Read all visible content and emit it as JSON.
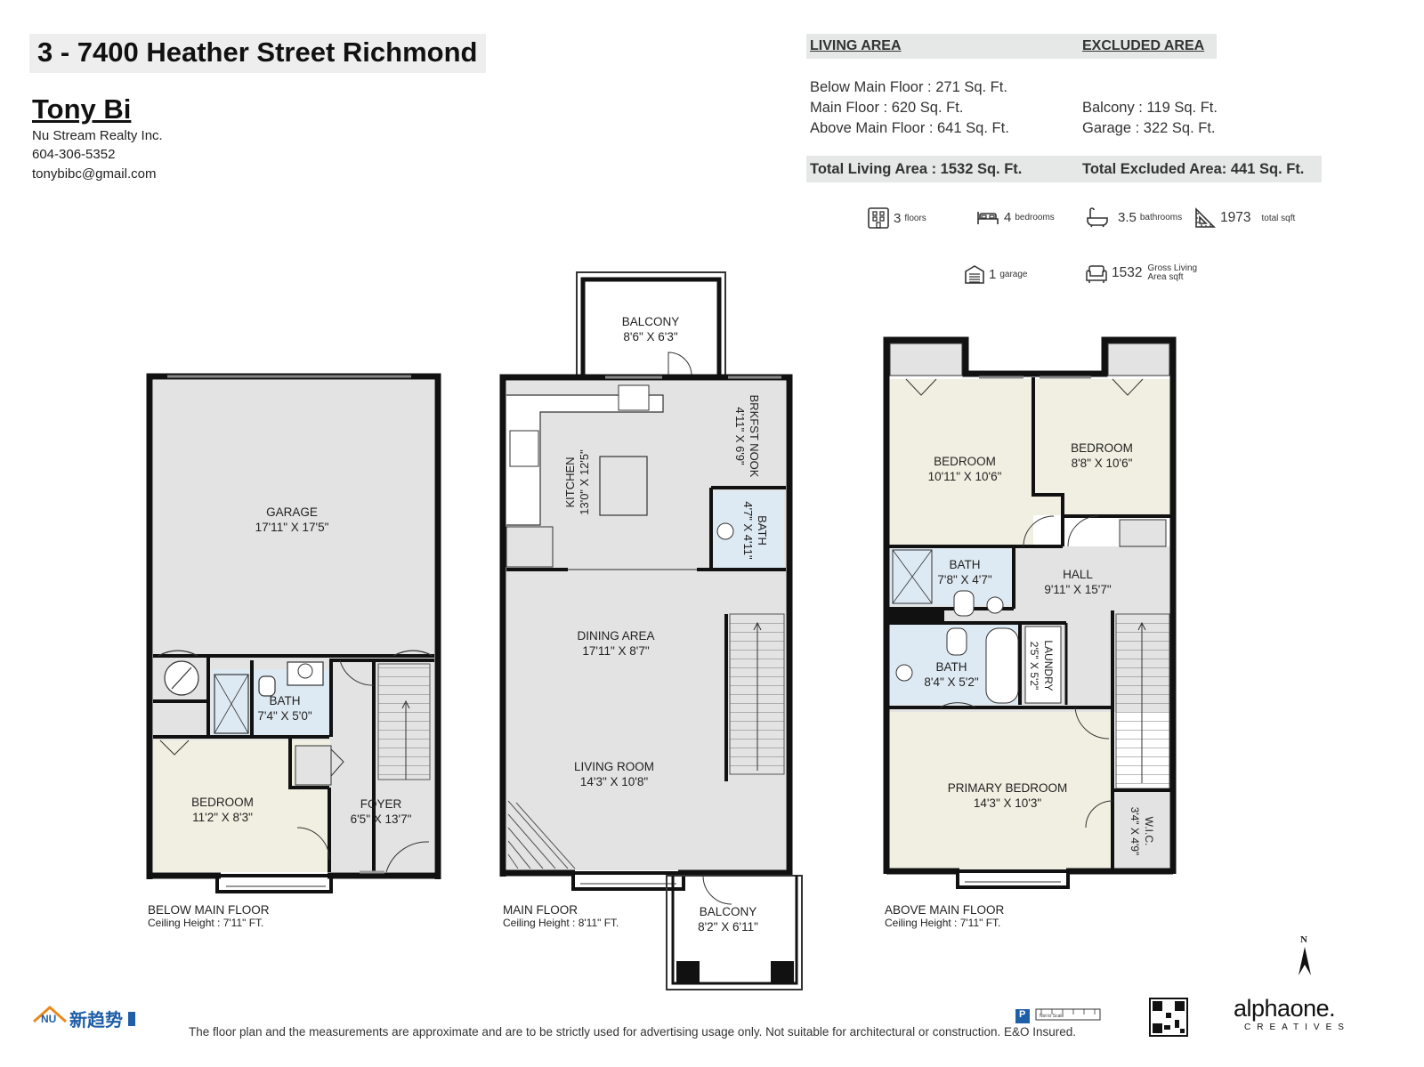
{
  "header": {
    "title": "3 - 7400 Heather Street Richmond",
    "agent_name": "Tony Bi",
    "agent_company": "Nu Stream Realty Inc.",
    "agent_phone": "604-306-5352",
    "agent_email": "tonybibc@gmail.com"
  },
  "areas": {
    "living_header": "LIVING AREA",
    "excluded_header": "EXCLUDED AREA",
    "living_lines": [
      "Below Main Floor : 271 Sq. Ft.",
      "Main Floor : 620 Sq. Ft.",
      "Above Main Floor : 641 Sq. Ft."
    ],
    "excluded_lines": [
      "Balcony :  119 Sq. Ft.",
      "Garage : 322 Sq. Ft."
    ],
    "total_living": "Total Living Area : 1532 Sq. Ft.",
    "total_excluded": "Total Excluded Area: 441 Sq. Ft."
  },
  "stats": [
    {
      "icon": "floors-icon",
      "value": "3",
      "unit": "floors"
    },
    {
      "icon": "bed-icon",
      "value": "4",
      "unit": "bedrooms"
    },
    {
      "icon": "bathtub-icon",
      "value": "3.5",
      "unit": "bathrooms"
    },
    {
      "icon": "ruler-triangle-icon",
      "value": "1973",
      "unit": "total sqft"
    },
    {
      "icon": "garage-icon",
      "value": "1",
      "unit": "garage"
    },
    {
      "icon": "sofa-icon",
      "value": "1532",
      "unit": "Gross Living Area sqft"
    }
  ],
  "stat_unit_lines": {
    "gross_line1": "Gross Living",
    "gross_line2": "Area sqft"
  },
  "floors": {
    "below": {
      "label": "BELOW MAIN FLOOR",
      "ceiling": "Ceiling Height : 7'11\" FT.",
      "rooms": {
        "garage": {
          "name": "GARAGE",
          "dims": "17'11\" X 17'5\""
        },
        "bath": {
          "name": "BATH",
          "dims": "7'4\" X 5'0\""
        },
        "bedroom": {
          "name": "BEDROOM",
          "dims": "11'2\" X 8'3\""
        },
        "foyer": {
          "name": "FOYER",
          "dims": "6'5\" X 13'7\""
        }
      }
    },
    "main": {
      "label": "MAIN FLOOR",
      "ceiling": "Ceiling Height : 8'11\" FT.",
      "rooms": {
        "balcony_top": {
          "name": "BALCONY",
          "dims": "8'6\" X 6'3\""
        },
        "kitchen": {
          "name": "KITCHEN",
          "dims": "13'0\" X 12'5\""
        },
        "nook": {
          "name": "BRKFST NOOK",
          "dims": "4'11\" X 6'9\""
        },
        "bath": {
          "name": "BATH",
          "dims": "4'7\" X 4'11\""
        },
        "dining": {
          "name": "DINING AREA",
          "dims": "17'11\" X 8'7\""
        },
        "living": {
          "name": "LIVING ROOM",
          "dims": "14'3\" X 10'8\""
        },
        "balcony_bottom": {
          "name": "BALCONY",
          "dims": "8'2\" X 6'11\""
        }
      }
    },
    "above": {
      "label": "ABOVE MAIN FLOOR",
      "ceiling": "Ceiling Height : 7'11\" FT.",
      "rooms": {
        "bedroom1": {
          "name": "BEDROOM",
          "dims": "10'11\" X 10'6\""
        },
        "bedroom2": {
          "name": "BEDROOM",
          "dims": "8'8\" X 10'6\""
        },
        "bath1": {
          "name": "BATH",
          "dims": "7'8\" X 4'7\""
        },
        "hall": {
          "name": "HALL",
          "dims": "9'11\" X 15'7\""
        },
        "bath2": {
          "name": "BATH",
          "dims": "8'4\" X 5'2\""
        },
        "laundry": {
          "name": "LAUNDRY",
          "dims": "2'5\" X 5'2\""
        },
        "primary": {
          "name": "PRIMARY BEDROOM",
          "dims": "14'3\" X 10'3\""
        },
        "wic": {
          "name": "W.I.C.",
          "dims": "3'4\" X 4'9\""
        }
      }
    }
  },
  "compass": "N",
  "footer": {
    "disclaimer": "The floor plan and the measurements are approximate and are to be strictly used for advertising usage only. Not suitable for architectural or construction. E&O Insured.",
    "brand_left": "新趋势",
    "brand_left_small": "NU",
    "brand_right_main": "alphaone.",
    "brand_right_sub": "CREATIVES",
    "scale_note": "Not to Scale",
    "badge": "P"
  },
  "colors": {
    "room_gray": "#e3e3e3",
    "bedroom_beige": "#f1efe1",
    "bath_blue": "#deeaf3",
    "wall": "#111111",
    "band": "#e6e7e7",
    "brand_blue": "#1f5fa8",
    "brand_orange": "#e98a1c"
  }
}
